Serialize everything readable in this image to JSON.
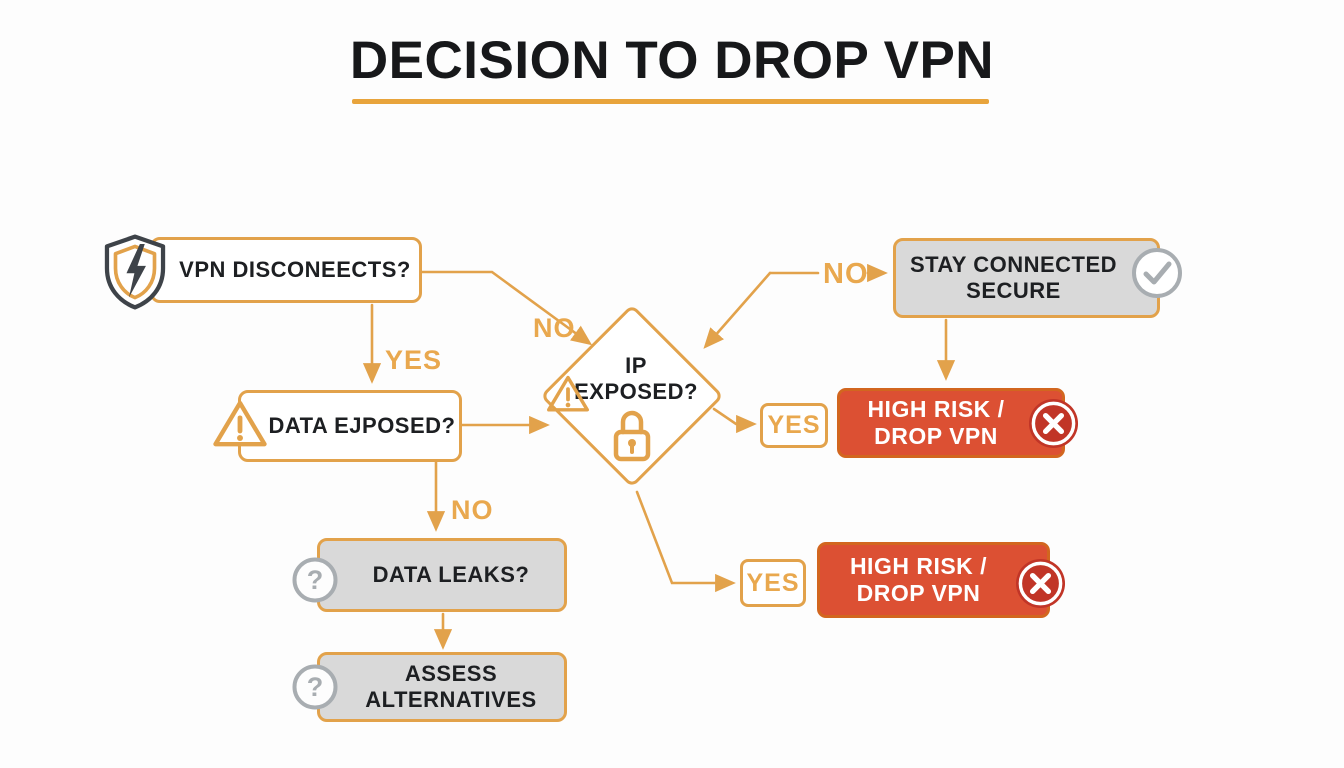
{
  "title": "DECISION TO DROP VPN",
  "colors": {
    "accent_orange": "#E2A24B",
    "label_orange": "#E9A84E",
    "title_underline": "#E8A43C",
    "risk_red_fill": "#DC5033",
    "risk_red_border": "#D2661F",
    "risk_icon_red": "#C13527",
    "neutral_gray_fill": "#D9D9D9",
    "icon_gray": "#A8ADB1",
    "text_dark": "#1d1f22"
  },
  "nodes": {
    "vpn_disconnects": {
      "label": "VPN DISCONEECTS?",
      "icon": "broken-shield-icon"
    },
    "data_exposed": {
      "label": "DATA EJPOSED?",
      "icon": "warning-triangle-icon"
    },
    "ip_exposed": {
      "line1": "IP",
      "line2": "EXPOSED?",
      "icons": [
        "warning-triangle-icon",
        "padlock-icon"
      ]
    },
    "stay_connected": {
      "line1": "STAY CONNECTED",
      "line2": "SECURE",
      "icon": "check-circle-icon"
    },
    "high_risk_top": {
      "line1": "HIGH RISK /",
      "line2": "DROP VPN",
      "icon": "x-circle-icon"
    },
    "high_risk_bottom": {
      "line1": "HIGH RISK /",
      "line2": "DROP VPN",
      "icon": "x-circle-icon"
    },
    "data_leaks": {
      "label": "DATA LEAKS?",
      "icon": "question-circle-icon"
    },
    "assess_alternatives": {
      "line1": "ASSESS",
      "line2": "ALTERNATIVES",
      "icon": "question-circle-icon"
    }
  },
  "edge_labels": {
    "vpn_yes": "YES",
    "vpn_no": "NO",
    "ip_no": "NO",
    "ip_yes_top": "YES",
    "data_exposed_no": "NO",
    "ip_yes_bottom": "YES"
  }
}
